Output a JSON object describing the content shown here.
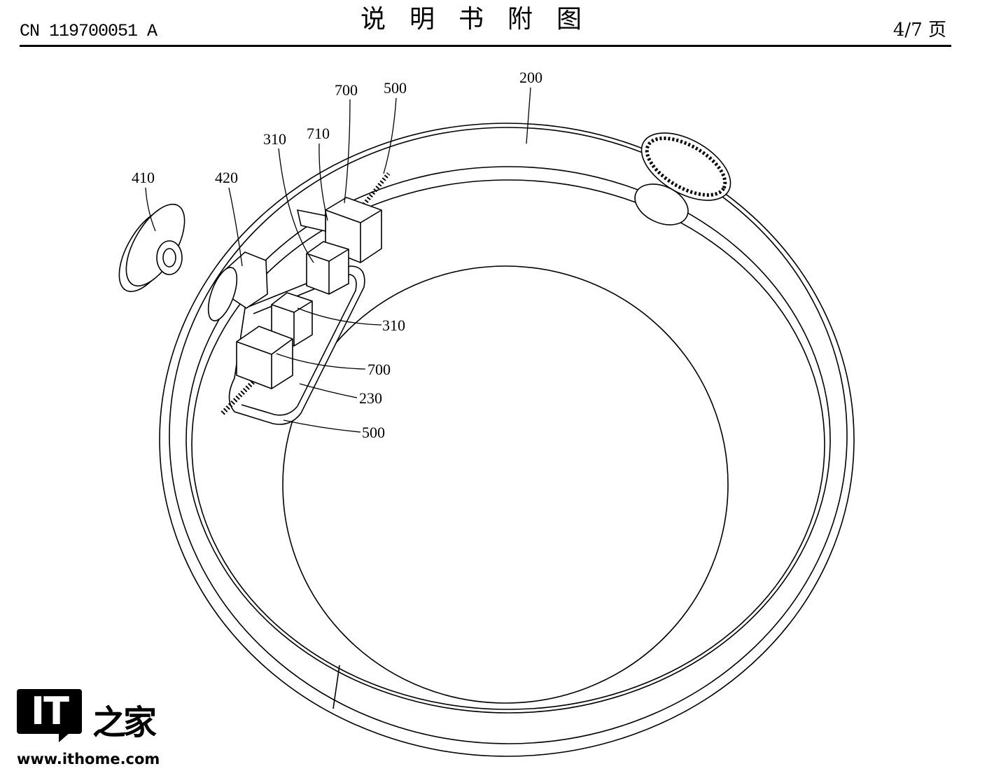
{
  "header": {
    "publication_number": "CN 119700051 A",
    "title": "说明书附图",
    "page": "4/7 页"
  },
  "figure": {
    "labels": {
      "l200": "200",
      "l700_top": "700",
      "l500_top": "500",
      "l310_top": "310",
      "l710": "710",
      "l410": "410",
      "l420": "420",
      "l310_mid": "310",
      "l700_mid": "700",
      "l230": "230",
      "l500_bottom": "500"
    }
  },
  "watermark": {
    "logo_mark": "IT",
    "logo_cn": "之家",
    "url": "www.ithome.com"
  }
}
